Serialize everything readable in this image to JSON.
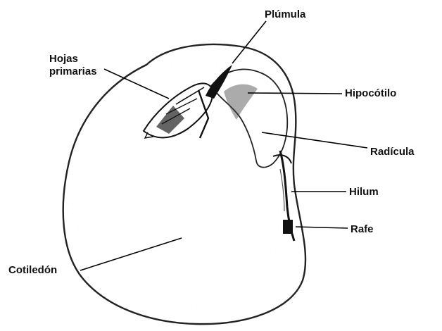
{
  "labels": {
    "plumula": "Plúmula",
    "hojas_line1": "Hojas",
    "hojas_line2": "primarias",
    "hipocotilo": "Hipocótilo",
    "radicula": "Radícula",
    "hilum": "Hilum",
    "rafe": "Rafe",
    "cotiledon": "Cotiledón"
  }
}
